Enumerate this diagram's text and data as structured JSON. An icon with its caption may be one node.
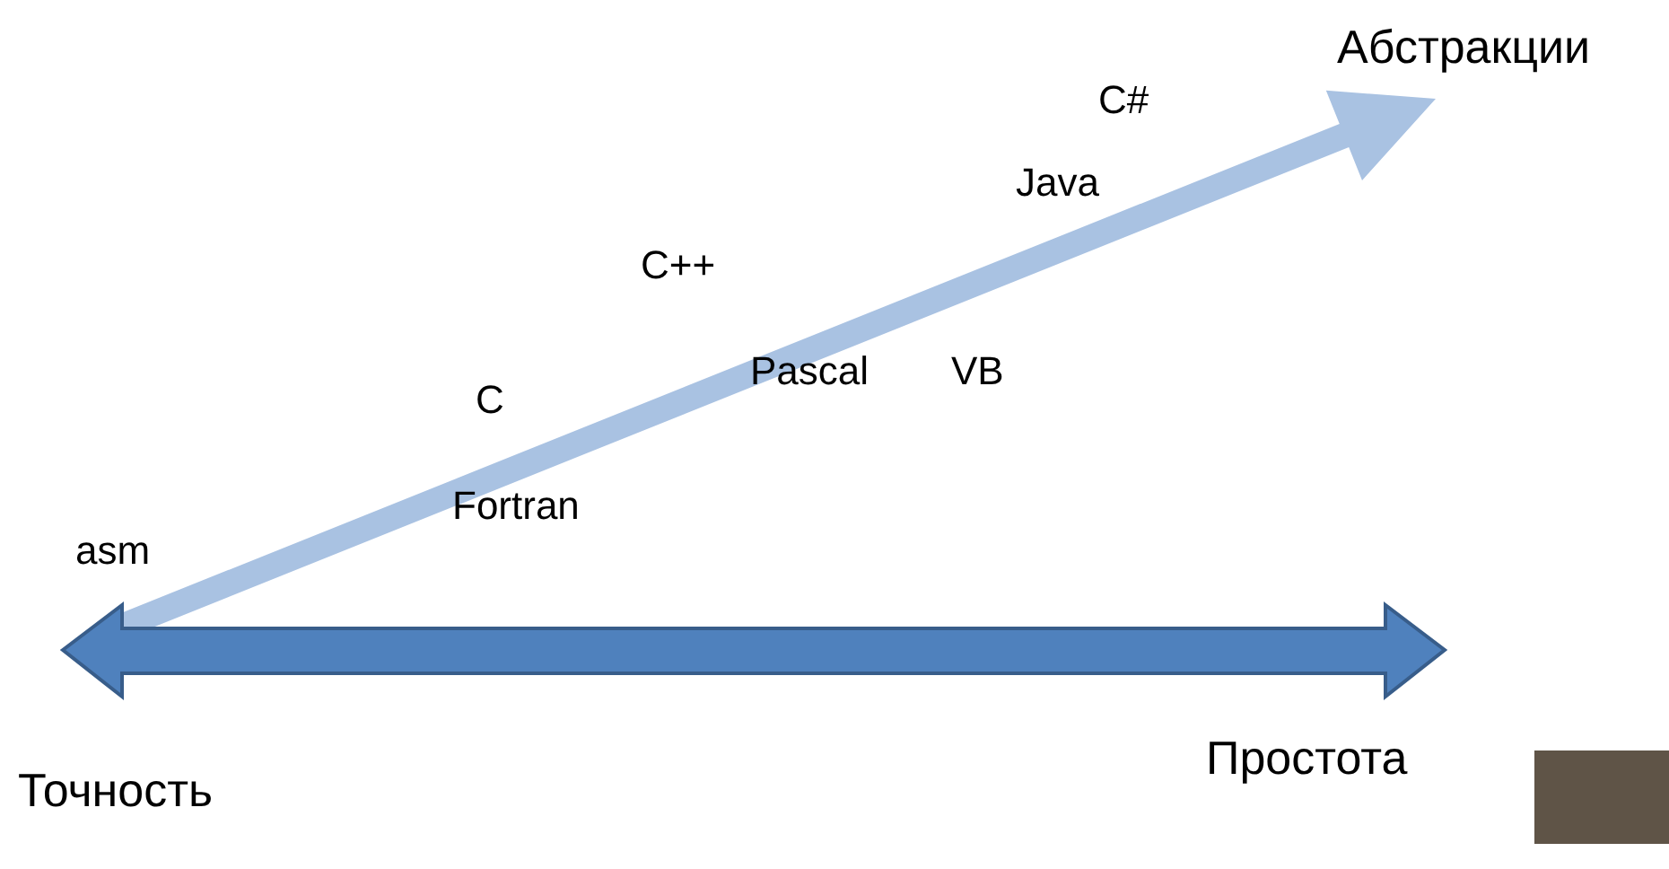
{
  "diagram": {
    "nodes": [
      {
        "text": [],
        "shape": "box"
      }
    ],
    "labels": [
      "Абстракции",
      "C#",
      "Java",
      "C++",
      "Pascal",
      "VB",
      "C",
      "Fortran",
      "asm",
      "Точность",
      "Простота"
    ]
  }
}
